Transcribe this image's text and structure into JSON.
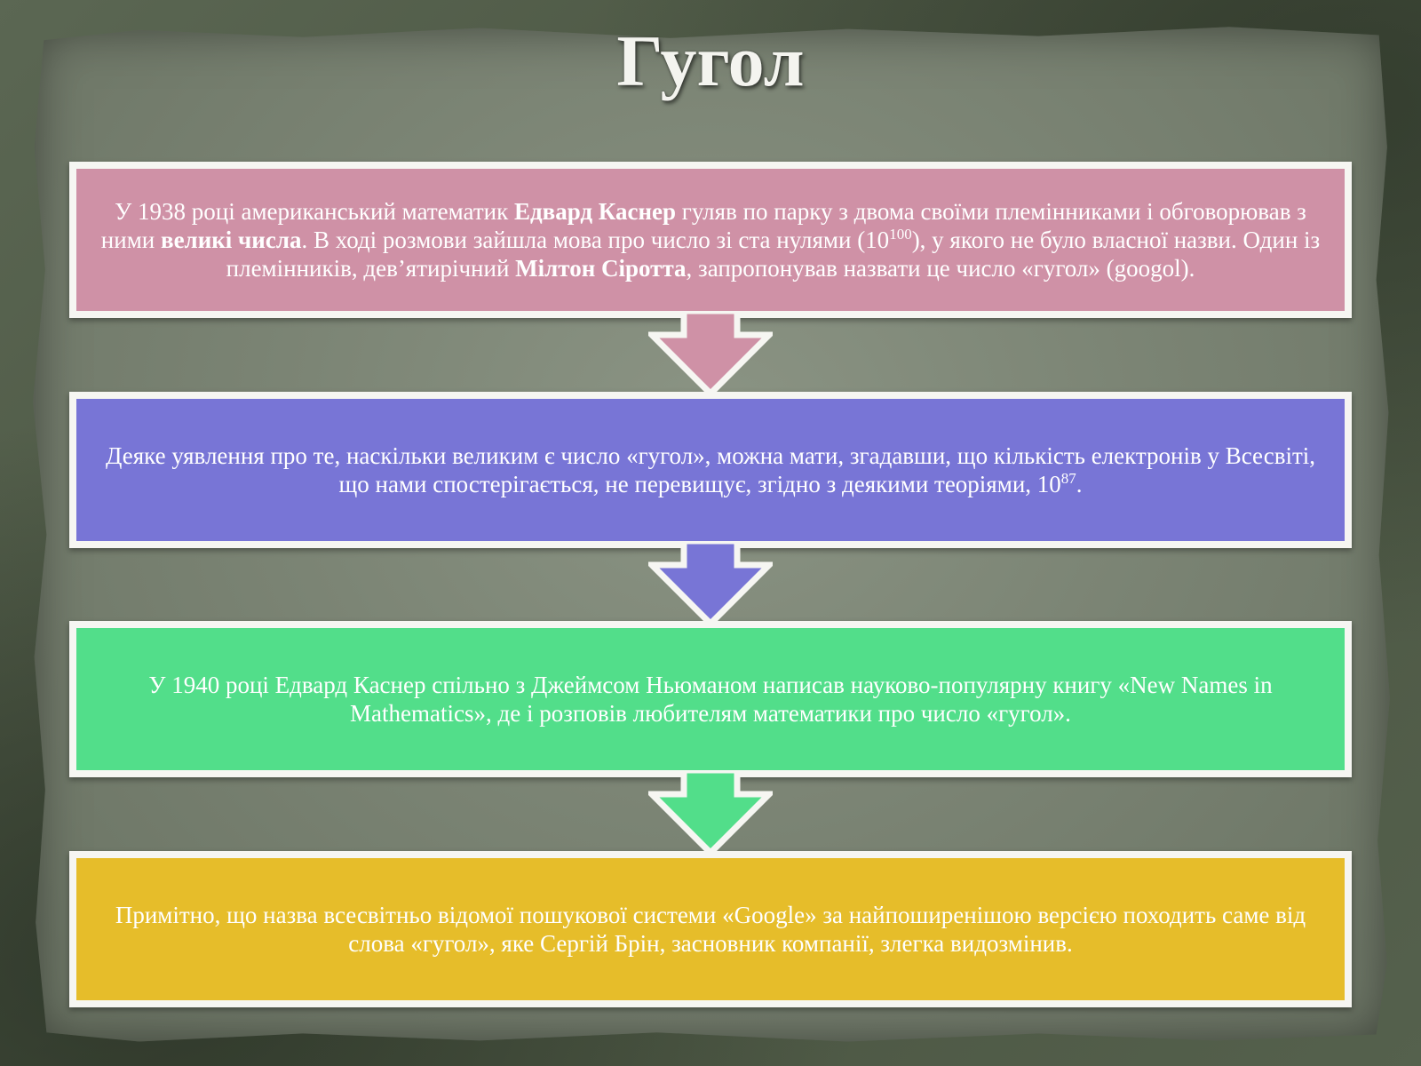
{
  "slide": {
    "title": "Гугол"
  },
  "boxes": [
    {
      "id": "kasner-1938",
      "color": "#cf91a6",
      "parts": [
        {
          "text": "У 1938 році американський математик "
        },
        {
          "text": "Едвард Каснер",
          "bold": true
        },
        {
          "text": " гуляв по парку з двома своїми племінниками і обговорював з ними "
        },
        {
          "text": "великі числа",
          "bold": true
        },
        {
          "text": ". В ході розмови зайшла мова про число зі ста нулями (10"
        },
        {
          "text": "100",
          "sup": true
        },
        {
          "text": "), у якого не було власної назви. Один із племінників, дев’ятирічний "
        },
        {
          "text": "Мілтон Сіротта",
          "bold": true
        },
        {
          "text": ", запропонував назвати це число «гугол» (googol)."
        }
      ]
    },
    {
      "id": "electrons",
      "color": "#7875d6",
      "parts": [
        {
          "text": "Деяке уявлення про те, наскільки великим є число «гугол», можна мати, згадавши, що кількість електронів у Всесвіті,  що нами спостерігається, не перевищує, згідно з деякими теоріями, 10"
        },
        {
          "text": "87",
          "sup": true
        },
        {
          "text": "."
        }
      ]
    },
    {
      "id": "book-1940",
      "color": "#52de8a",
      "parts": [
        {
          "text": "У 1940 році Едвард Каснер спільно з Джеймсом Ньюманом написав науково-популярну книгу «New Names in Mathematics», де і розповів любителям математики про число «гугол»."
        }
      ]
    },
    {
      "id": "google",
      "color": "#e6bd2a",
      "parts": [
        {
          "text": "Примітно, що назва всесвітньо відомої пошукової системи «Google» за найпоширенішою версією походить саме від слова «гугол», яке Сергій Брін, засновник компанії, злегка видозмінив."
        }
      ]
    }
  ]
}
